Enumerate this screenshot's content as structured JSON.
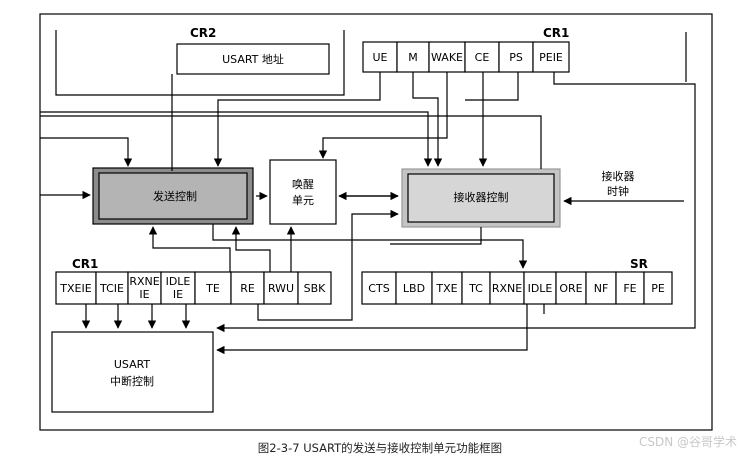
{
  "labels": {
    "cr2": "CR2",
    "cr1_top": "CR1",
    "cr1_bottom": "CR1",
    "sr": "SR",
    "usart_address": "USART 地址",
    "tx_control": "发送控制",
    "wakeup_line1": "唤醒",
    "wakeup_line2": "单元",
    "rx_control": "接收器控制",
    "rx_clock_line1": "接收器",
    "rx_clock_line2": "时钟",
    "interrupt_line1": "USART",
    "interrupt_line2": "中断控制"
  },
  "cr1_top_bits": [
    "UE",
    "M",
    "WAKE",
    "CE",
    "PS",
    "PEIE"
  ],
  "cr1_bottom_bits": [
    {
      "l1": "TXEIE",
      "l2": ""
    },
    {
      "l1": "TCIE",
      "l2": ""
    },
    {
      "l1": "RXNE",
      "l2": "IE"
    },
    {
      "l1": "IDLE",
      "l2": "IE"
    },
    {
      "l1": "TE",
      "l2": ""
    },
    {
      "l1": "RE",
      "l2": ""
    },
    {
      "l1": "RWU",
      "l2": ""
    },
    {
      "l1": "SBK",
      "l2": ""
    }
  ],
  "sr_bits": [
    "CTS",
    "LBD",
    "TXE",
    "TC",
    "RXNE",
    "IDLE",
    "ORE",
    "NF",
    "FE",
    "PE"
  ],
  "caption": "图2-3-7    USART的发送与接收控制单元功能框图",
  "watermark": "CSDN @谷哥学术"
}
